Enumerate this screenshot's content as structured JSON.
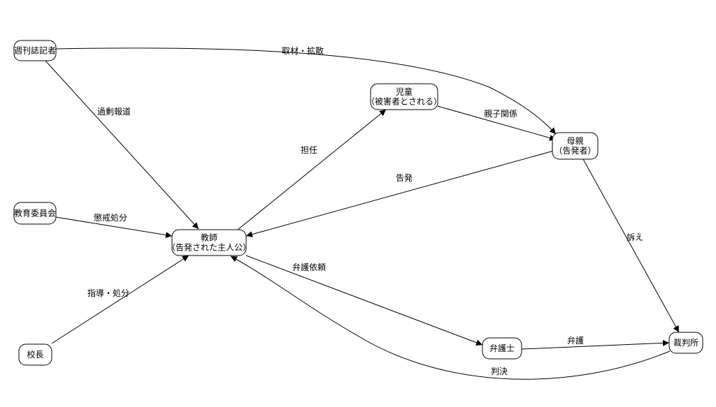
{
  "diagram": {
    "nodes": [
      {
        "id": "reporter",
        "lines": [
          "週刊誌記者"
        ]
      },
      {
        "id": "child",
        "lines": [
          "児童",
          "（被害者とされる）"
        ]
      },
      {
        "id": "mother",
        "lines": [
          "母親",
          "（告発者）"
        ]
      },
      {
        "id": "board",
        "lines": [
          "教育委員会"
        ]
      },
      {
        "id": "teacher",
        "lines": [
          "教師",
          "（告発された主人公）"
        ]
      },
      {
        "id": "principal",
        "lines": [
          "校長"
        ]
      },
      {
        "id": "lawyer",
        "lines": [
          "弁護士"
        ]
      },
      {
        "id": "court",
        "lines": [
          "裁判所"
        ]
      }
    ],
    "edges": [
      {
        "id": "e1",
        "from": "reporter",
        "to": "mother",
        "label": "取材・拡散"
      },
      {
        "id": "e2",
        "from": "reporter",
        "to": "teacher",
        "label": "過剰報道"
      },
      {
        "id": "e3",
        "from": "board",
        "to": "teacher",
        "label": "懲戒処分"
      },
      {
        "id": "e4",
        "from": "principal",
        "to": "teacher",
        "label": "指導・処分"
      },
      {
        "id": "e5",
        "from": "teacher",
        "to": "child",
        "label": "担任"
      },
      {
        "id": "e6",
        "from": "child",
        "to": "mother",
        "label": "親子関係"
      },
      {
        "id": "e7",
        "from": "mother",
        "to": "teacher",
        "label": "告発"
      },
      {
        "id": "e8",
        "from": "mother",
        "to": "court",
        "label": "訴え"
      },
      {
        "id": "e9",
        "from": "teacher",
        "to": "lawyer",
        "label": "弁護依頼"
      },
      {
        "id": "e10",
        "from": "lawyer",
        "to": "court",
        "label": "弁護"
      },
      {
        "id": "e11",
        "from": "court",
        "to": "teacher",
        "label": "判決"
      }
    ]
  }
}
